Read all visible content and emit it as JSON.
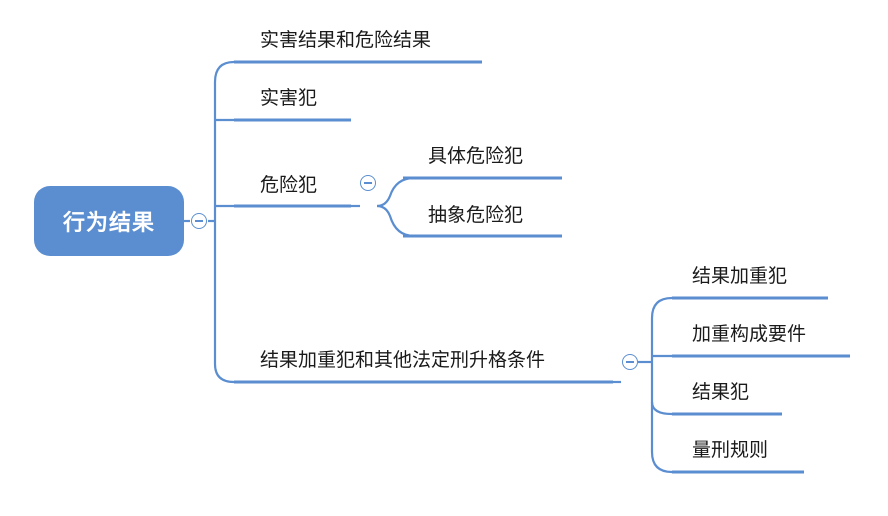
{
  "root": {
    "label": "行为结果"
  },
  "branches": [
    {
      "label": "实害结果和危险结果"
    },
    {
      "label": "实害犯"
    },
    {
      "label": "危险犯",
      "children": [
        {
          "label": "具体危险犯"
        },
        {
          "label": "抽象危险犯"
        }
      ]
    },
    {
      "label": "结果加重犯和其他法定刑升格条件",
      "children": [
        {
          "label": "结果加重犯"
        },
        {
          "label": "加重构成要件"
        },
        {
          "label": "结果犯"
        },
        {
          "label": "量刑规则"
        }
      ]
    }
  ],
  "colors": {
    "line": "#5b8ed0",
    "root_fill": "#5b8ed0"
  }
}
